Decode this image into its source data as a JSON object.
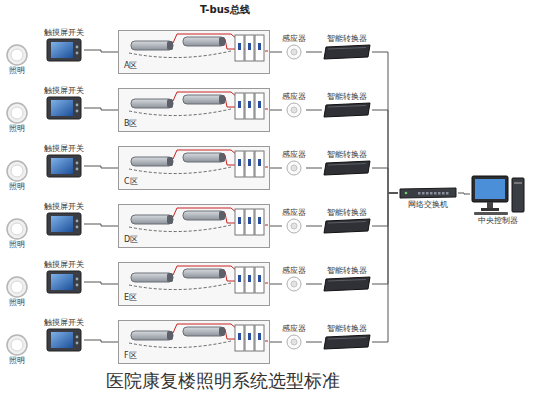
{
  "diagram": {
    "title": "T-bus总线",
    "caption": "医院康复楼照明系统选型标准",
    "nodes": [
      {
        "text": [
          "触摸屏开关"
        ]
      },
      {
        "text": [
          "照明"
        ]
      },
      {
        "text": [
          "A区"
        ]
      },
      {
        "text": [
          "感应器"
        ]
      },
      {
        "text": [
          "智能转换器"
        ]
      },
      {
        "text": [
          "触摸屏开关"
        ]
      },
      {
        "text": [
          "照明"
        ]
      },
      {
        "text": [
          "B区"
        ]
      },
      {
        "text": [
          "感应器"
        ]
      },
      {
        "text": [
          "智能转换器"
        ]
      },
      {
        "text": [
          "触摸屏开关"
        ]
      },
      {
        "text": [
          "照明"
        ]
      },
      {
        "text": [
          "C区"
        ]
      },
      {
        "text": [
          "感应器"
        ]
      },
      {
        "text": [
          "智能转换器"
        ]
      },
      {
        "text": [
          "触摸屏开关"
        ]
      },
      {
        "text": [
          "照明"
        ]
      },
      {
        "text": [
          "D区"
        ]
      },
      {
        "text": [
          "感应器"
        ]
      },
      {
        "text": [
          "智能转换器"
        ]
      },
      {
        "text": [
          "触摸屏开关"
        ]
      },
      {
        "text": [
          "照明"
        ]
      },
      {
        "text": [
          "E区"
        ]
      },
      {
        "text": [
          "感应器"
        ]
      },
      {
        "text": [
          "智能转换器"
        ]
      },
      {
        "text": [
          "触摸屏开关"
        ]
      },
      {
        "text": [
          "照明"
        ]
      },
      {
        "text": [
          "F区"
        ]
      },
      {
        "text": [
          "感应器"
        ]
      },
      {
        "text": [
          "智能转换器"
        ]
      },
      {
        "text": [
          "网络交换机"
        ]
      },
      {
        "text": [
          "中央控制器"
        ]
      }
    ],
    "edges": [
      {
        "from": 0,
        "to": 2,
        "arrow": "none"
      },
      {
        "from": 2,
        "to": 3,
        "arrow": "none"
      },
      {
        "from": 3,
        "to": 4,
        "arrow": "none"
      },
      {
        "from": 4,
        "to": 30,
        "arrow": "none"
      },
      {
        "from": 5,
        "to": 7,
        "arrow": "none"
      },
      {
        "from": 7,
        "to": 8,
        "arrow": "none"
      },
      {
        "from": 8,
        "to": 9,
        "arrow": "none"
      },
      {
        "from": 9,
        "to": 30,
        "arrow": "none"
      },
      {
        "from": 10,
        "to": 12,
        "arrow": "none"
      },
      {
        "from": 12,
        "to": 13,
        "arrow": "none"
      },
      {
        "from": 13,
        "to": 14,
        "arrow": "none"
      },
      {
        "from": 14,
        "to": 30,
        "arrow": "none"
      },
      {
        "from": 15,
        "to": 17,
        "arrow": "none"
      },
      {
        "from": 17,
        "to": 18,
        "arrow": "none"
      },
      {
        "from": 18,
        "to": 19,
        "arrow": "none"
      },
      {
        "from": 19,
        "to": 30,
        "arrow": "none"
      },
      {
        "from": 20,
        "to": 22,
        "arrow": "none"
      },
      {
        "from": 22,
        "to": 23,
        "arrow": "none"
      },
      {
        "from": 23,
        "to": 24,
        "arrow": "none"
      },
      {
        "from": 24,
        "to": 30,
        "arrow": "none"
      },
      {
        "from": 25,
        "to": 27,
        "arrow": "none"
      },
      {
        "from": 27,
        "to": 28,
        "arrow": "none"
      },
      {
        "from": 28,
        "to": 29,
        "arrow": "none"
      },
      {
        "from": 29,
        "to": 30,
        "arrow": "none"
      },
      {
        "from": 30,
        "to": 31,
        "arrow": "none"
      }
    ]
  }
}
